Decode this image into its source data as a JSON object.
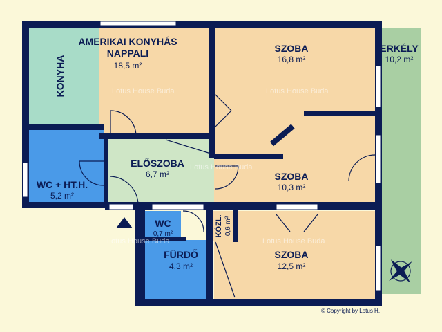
{
  "colors": {
    "background": "#fbf8d9",
    "wall": "#0b1c54",
    "living": "#f7d8a8",
    "kitchen": "#a8dcc8",
    "bath": "#4a9ae8",
    "hall": "#cfe6c6",
    "balcony": "#a9cfa3"
  },
  "rooms": {
    "nappali": {
      "label_line1": "AMERIKAI KONYHÁS",
      "label_line2": "NAPPALI",
      "area": "18,5 m²"
    },
    "konyha": {
      "label": "KONYHA"
    },
    "szoba1": {
      "label": "SZOBA",
      "area": "16,8 m²"
    },
    "erkely": {
      "label": "ERKÉLY",
      "area": "10,2 m²"
    },
    "eloszoba": {
      "label": "ELŐSZOBA",
      "area": "6,7 m²"
    },
    "wc_ht": {
      "label": "WC + HT.H.",
      "area": "5,2 m²"
    },
    "szoba2": {
      "label": "SZOBA",
      "area": "10,3 m²"
    },
    "wc": {
      "label": "WC",
      "area": "0,7 m²"
    },
    "kozl": {
      "label": "KÖZL.",
      "area": "0,6 m²"
    },
    "furdo": {
      "label": "FÜRDŐ",
      "area": "4,3 m²"
    },
    "szoba3": {
      "label": "SZOBA",
      "area": "12,5 m²"
    }
  },
  "watermark": "Lotus House Buda",
  "copyright": "© Copyright by Lotus H.",
  "icons": {
    "entrance": "entrance-arrow-icon",
    "compass": "compass-icon"
  }
}
